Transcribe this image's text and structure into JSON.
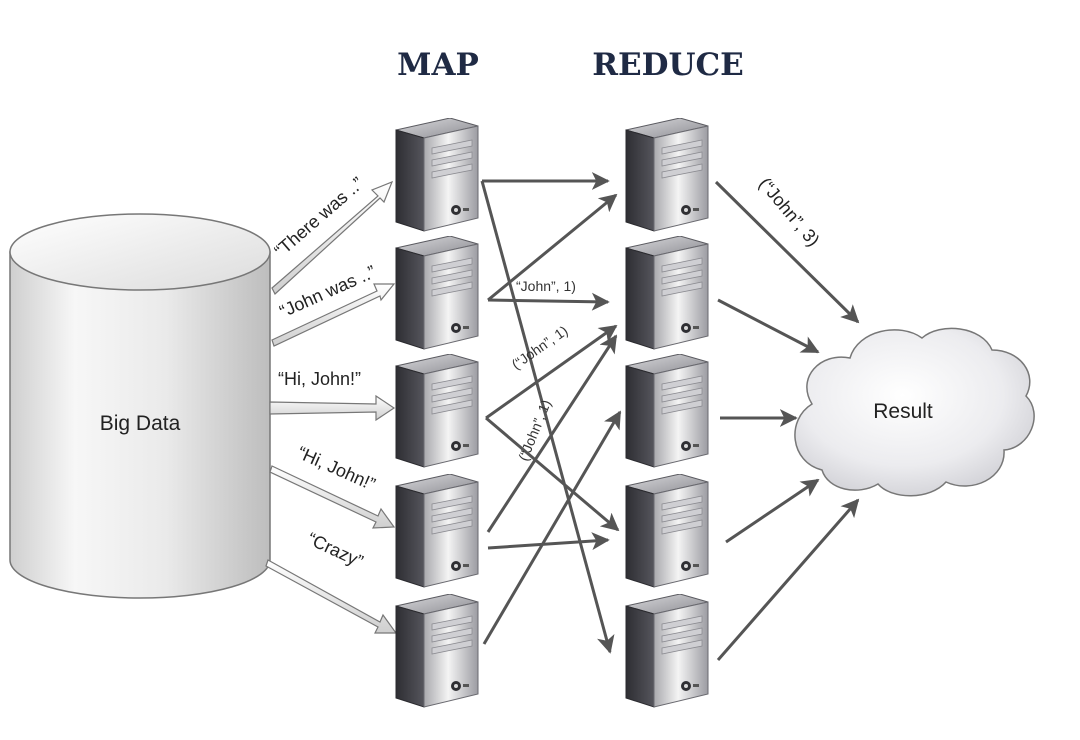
{
  "headers": {
    "map": "MAP",
    "reduce": "REDUCE"
  },
  "source": {
    "label": "Big Data"
  },
  "inputs": [
    {
      "text": "“There was ..”"
    },
    {
      "text": "“John was ..”"
    },
    {
      "text": "“Hi, John!”"
    },
    {
      "text": "“Hi, John!”"
    },
    {
      "text": "“Crazy”"
    }
  ],
  "intermediate": [
    {
      "text": "“John”, 1)"
    },
    {
      "text": "(“John”, 1)"
    },
    {
      "text": "(“John”, 1)"
    }
  ],
  "reduce_output": {
    "text": "(“John”, 3)"
  },
  "result": {
    "label": "Result"
  },
  "colors": {
    "arrow": "#555555",
    "server_dark": "#3b3b3f",
    "server_light": "#e6e6e6",
    "cylinder_edge": "#777777"
  }
}
